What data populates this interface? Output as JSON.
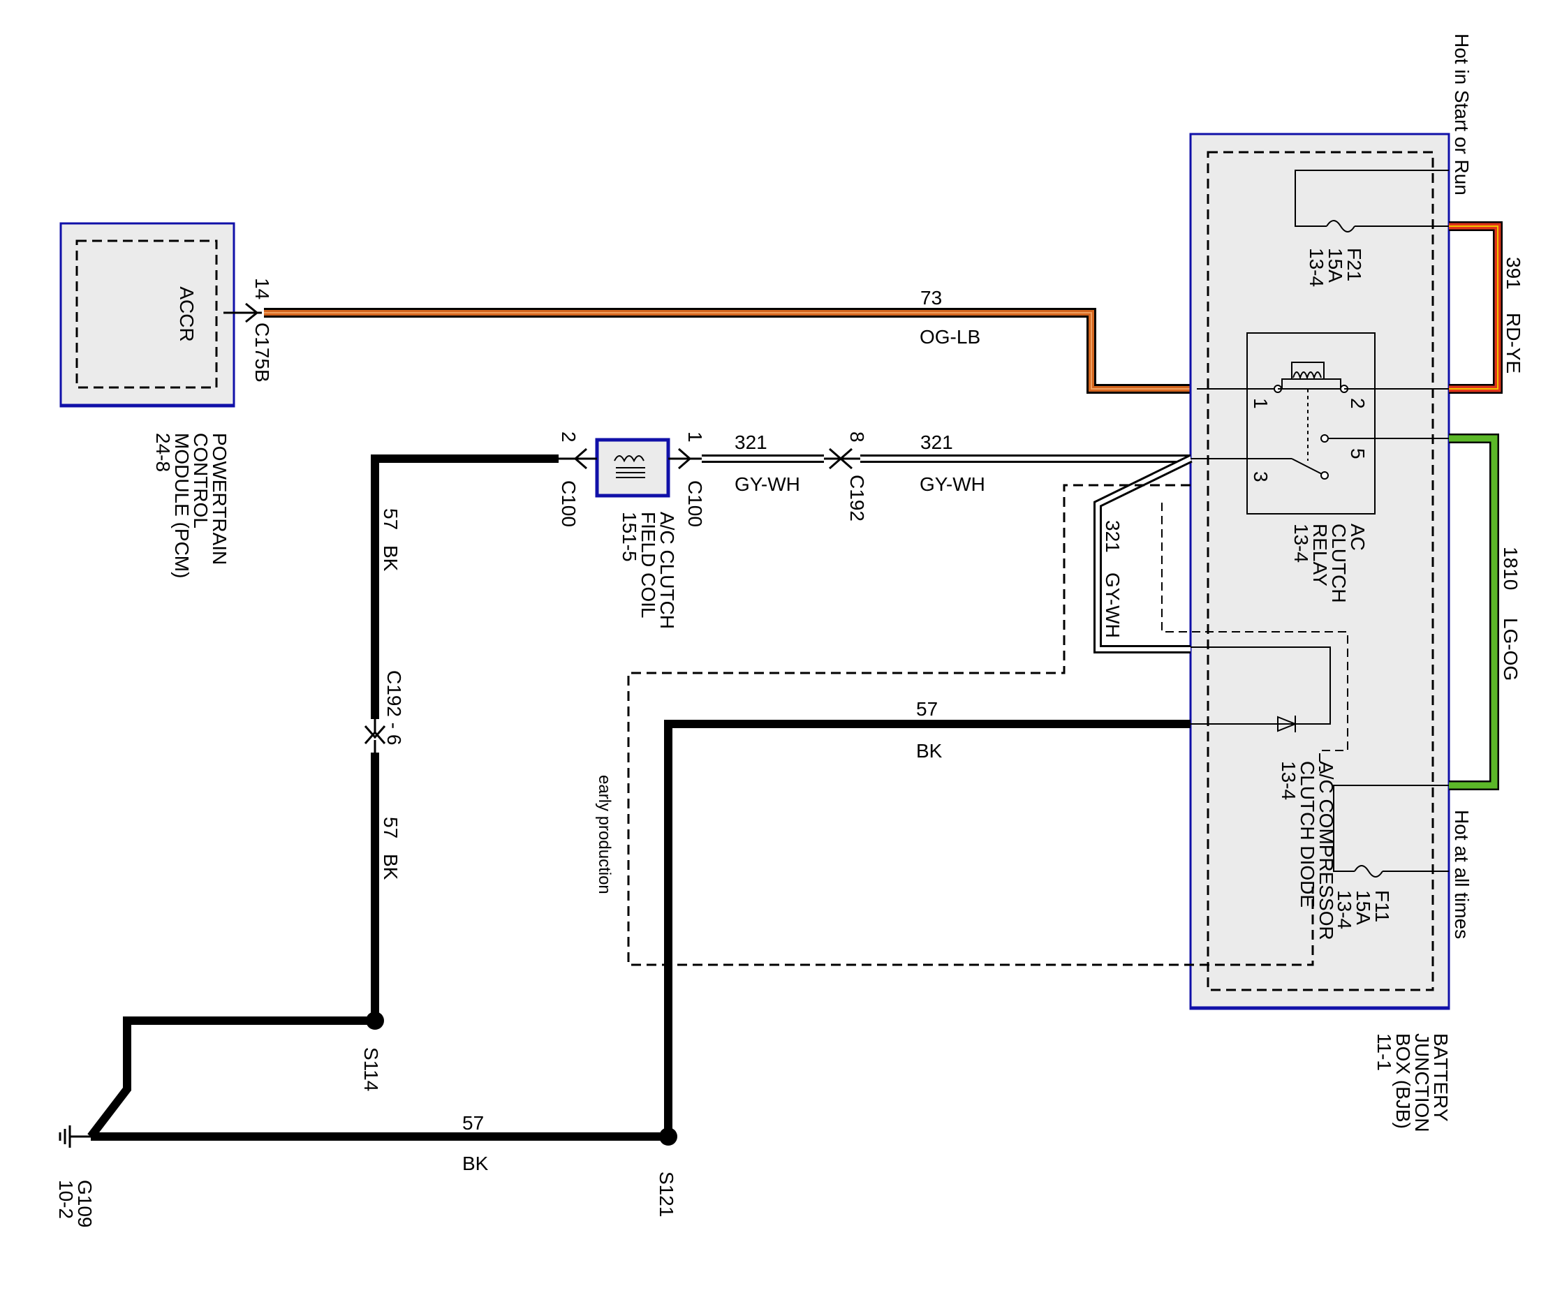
{
  "colors": {
    "module_border": "#1010a8",
    "module_fill": "#ebebeb",
    "wire_black": "#000000",
    "wire_og_lb": "#d4651e",
    "wire_rd_ye": "#e0351a",
    "wire_rd_ye_stripe": "#f2c400",
    "wire_lg_og": "#5cb829",
    "wire_gy_wh": "#ffffff"
  },
  "pcm": {
    "internal_label": "ACCR",
    "pin": "14",
    "connector": "C175B",
    "name_lines": [
      "POWERTRAIN",
      "CONTROL",
      "MODULE (PCM)",
      "24-8"
    ]
  },
  "bjb": {
    "name_lines": [
      "BATTERY",
      "JUNCTION",
      "BOX (BJB)",
      "11-1"
    ],
    "hot_start_run": "Hot in Start or Run",
    "hot_all_times": "Hot at all times",
    "fuse_f21": [
      "F21",
      "15A",
      "13-4"
    ],
    "fuse_f11": [
      "F11",
      "15A",
      "13-4"
    ],
    "relay_lines": [
      "AC",
      "CLUTCH",
      "RELAY",
      "13-4"
    ],
    "relay_pins": {
      "p1": "1",
      "p2": "2",
      "p3": "3",
      "p5": "5"
    },
    "diode_lines": [
      "A/C COMPRESSOR",
      "CLUTCH DIODE",
      "13-4"
    ]
  },
  "wires": {
    "w73": {
      "circuit": "73",
      "color": "OG-LB"
    },
    "w391": {
      "circuit": "391",
      "color": "RD-YE"
    },
    "w1810": {
      "circuit": "1810",
      "color": "LG-OG"
    },
    "w321a": {
      "circuit": "321",
      "color": "GY-WH"
    },
    "w321b": {
      "circuit": "321",
      "color": "GY-WH"
    },
    "w321c": {
      "circuit": "321",
      "color": "GY-WH"
    },
    "w57_main": {
      "circuit": "57",
      "color": "BK"
    },
    "w57_bottom": {
      "circuit": "57",
      "color": "BK"
    },
    "w57_upper": {
      "circuit": "57",
      "color": "BK"
    },
    "w57_lower": {
      "circuit": "57",
      "color": "BK"
    }
  },
  "ac_clutch_coil": {
    "lines": [
      "A/C CLUTCH",
      "FIELD COIL",
      "151-5"
    ],
    "pin1": "1",
    "pin2": "2",
    "connector_right": "C100",
    "connector_left": "C100"
  },
  "c192_upper": {
    "pin": "8",
    "connector": "C192"
  },
  "c192_lower": {
    "label": "C192 - 6"
  },
  "splices": {
    "s114": "S114",
    "s121": "S121"
  },
  "ground": {
    "lines": [
      "G109",
      "10-2"
    ]
  },
  "early_production": "early production"
}
